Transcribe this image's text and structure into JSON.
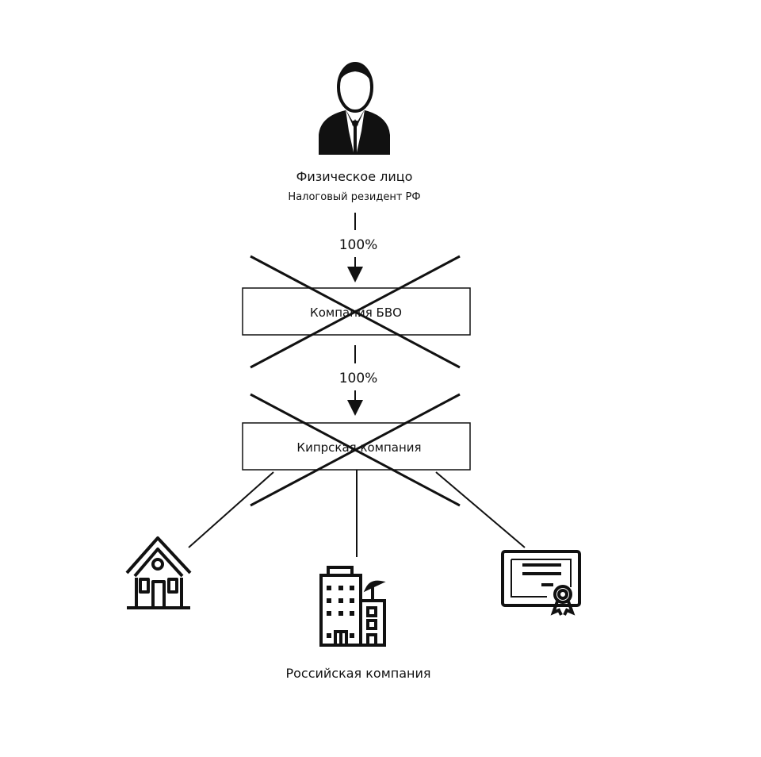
{
  "person": {
    "title": "Физическое лицо",
    "subtitle": "Налоговый резидент РФ"
  },
  "links": {
    "share_1": "100%",
    "share_2": "100%"
  },
  "boxes": {
    "bvo": "Компания БВО",
    "cyprus": "Кипрская компания"
  },
  "assets": {
    "russian_company": "Российская компания"
  },
  "colors": {
    "ink": "#111111",
    "background": "#ffffff"
  }
}
